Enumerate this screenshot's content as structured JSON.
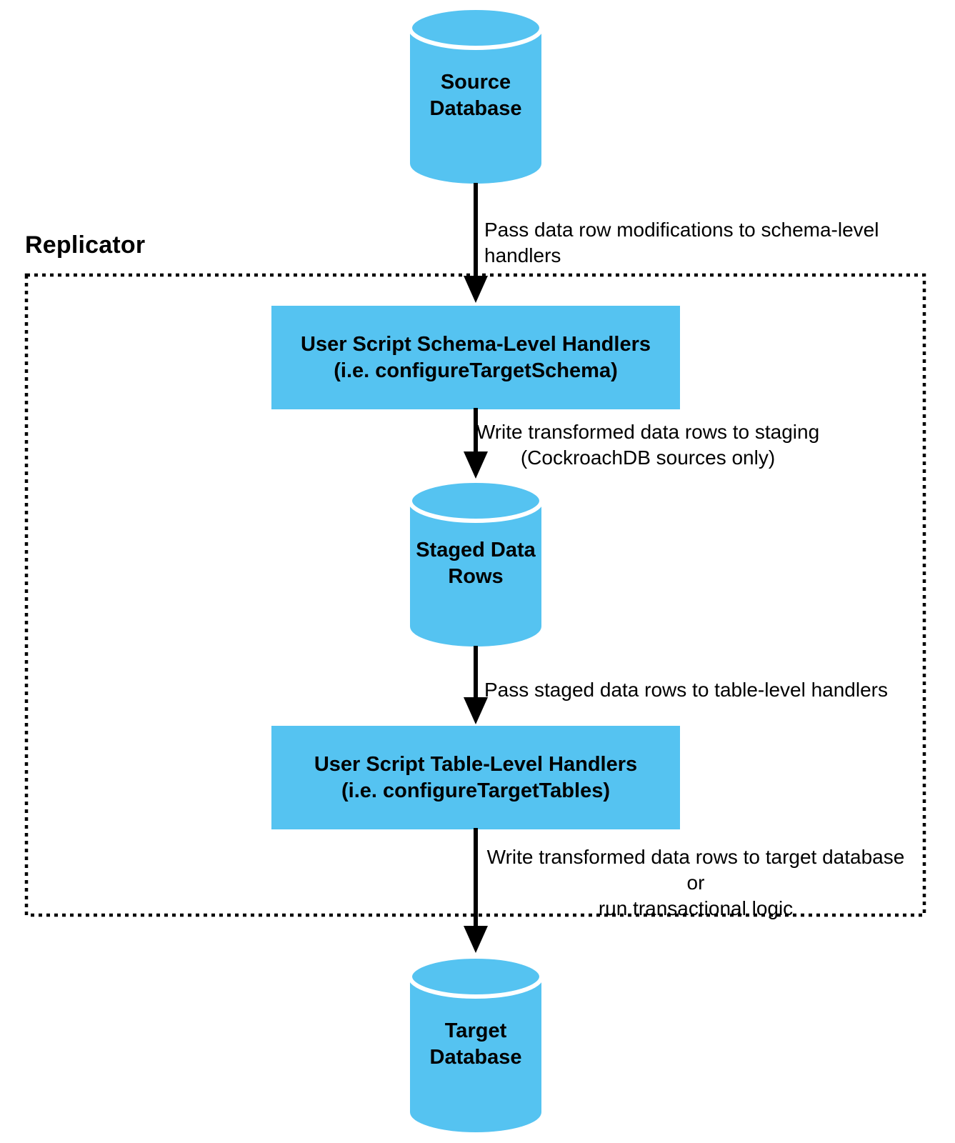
{
  "diagram": {
    "replicator_label": "Replicator",
    "colors": {
      "node_fill": "#55C3F1",
      "arrow": "#000000",
      "text": "#000000",
      "border": "#000000",
      "background": "#FFFFFF"
    }
  },
  "nodes": {
    "source_db": {
      "shape": "cylinder",
      "label": "Source\nDatabase"
    },
    "schema_handlers": {
      "shape": "rect",
      "label": "User Script Schema-Level Handlers\n(i.e. configureTargetSchema)"
    },
    "staged_rows": {
      "shape": "cylinder",
      "label": "Staged Data\nRows"
    },
    "table_handlers": {
      "shape": "rect",
      "label": "User Script Table-Level Handlers\n(i.e. configureTargetTables)"
    },
    "target_db": {
      "shape": "cylinder",
      "label": "Target\nDatabase"
    }
  },
  "edges": [
    {
      "from": "source_db",
      "to": "schema_handlers",
      "label": "Pass data row modifications to schema-level handlers"
    },
    {
      "from": "schema_handlers",
      "to": "staged_rows",
      "label": "Write transformed data rows to staging\n(CockroachDB sources only)"
    },
    {
      "from": "staged_rows",
      "to": "table_handlers",
      "label": "Pass staged data rows to table-level handlers"
    },
    {
      "from": "table_handlers",
      "to": "target_db",
      "label": "Write transformed data rows to target database or\nrun transactional logic"
    }
  ]
}
